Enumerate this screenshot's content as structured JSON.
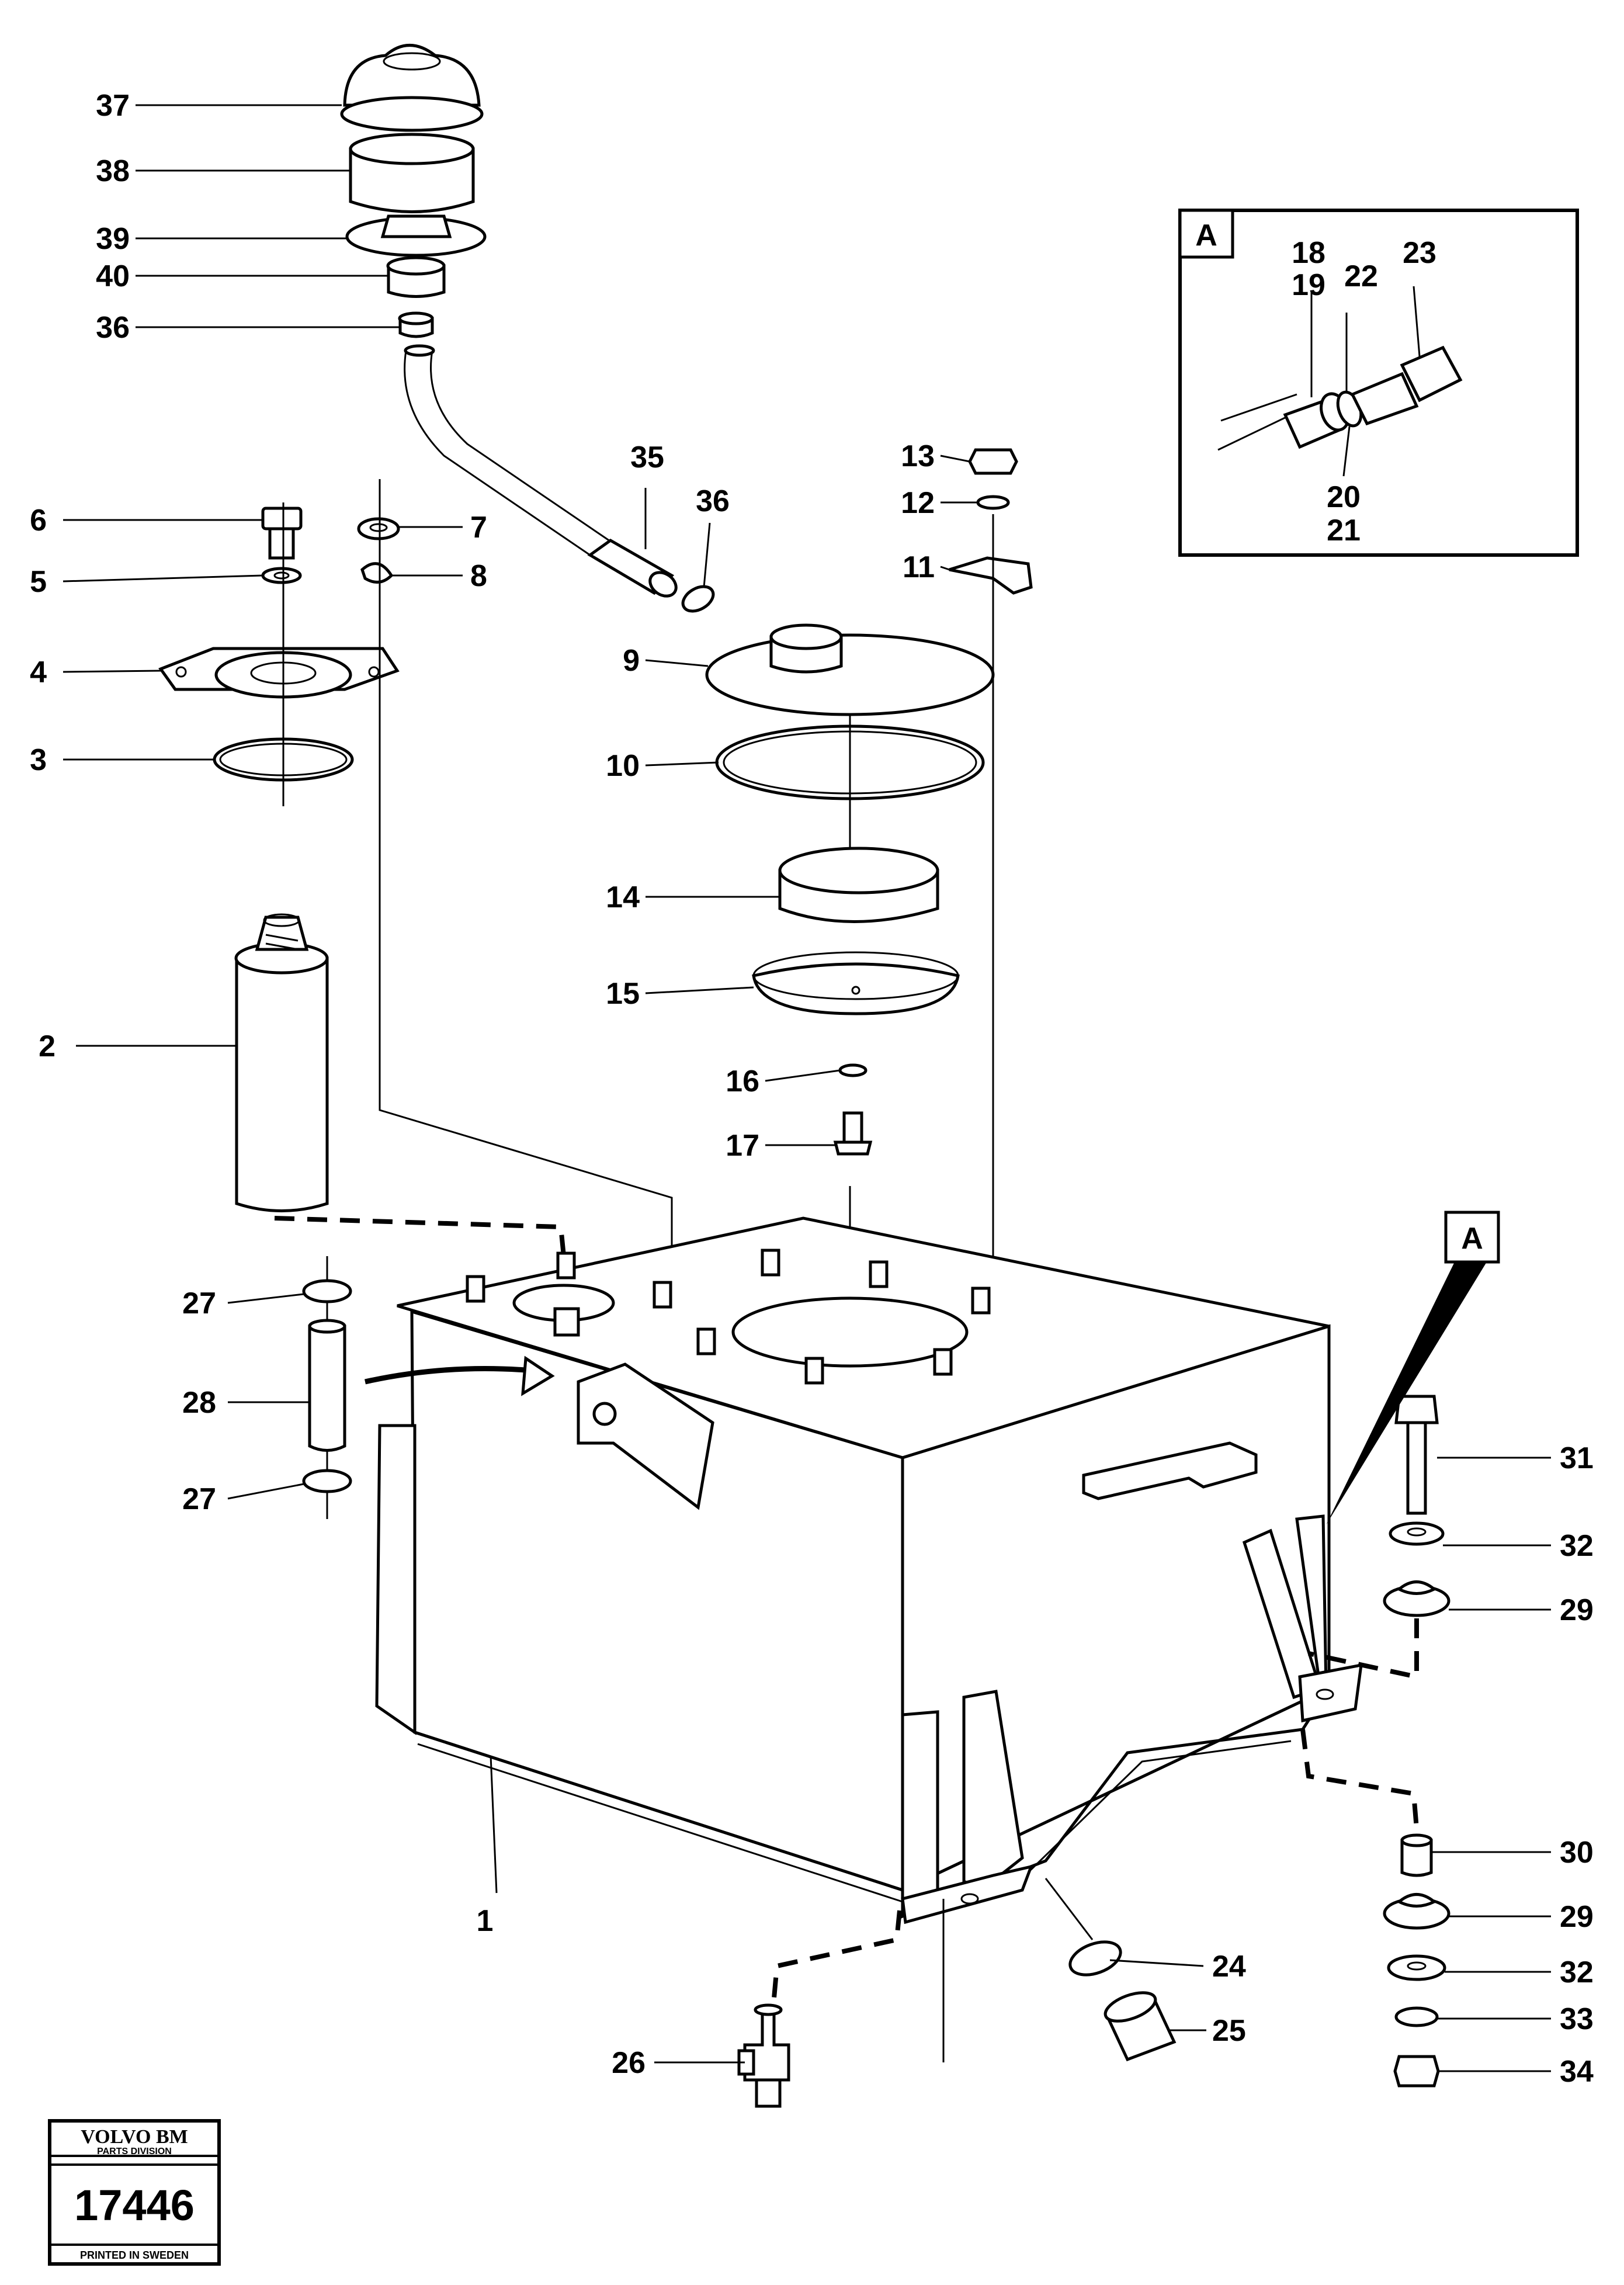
{
  "diagram": {
    "callouts": [
      {
        "id": "37",
        "text": "37"
      },
      {
        "id": "38",
        "text": "38"
      },
      {
        "id": "39",
        "text": "39"
      },
      {
        "id": "40",
        "text": "40"
      },
      {
        "id": "36a",
        "text": "36"
      },
      {
        "id": "6",
        "text": "6"
      },
      {
        "id": "5",
        "text": "5"
      },
      {
        "id": "4",
        "text": "4"
      },
      {
        "id": "3",
        "text": "3"
      },
      {
        "id": "7",
        "text": "7"
      },
      {
        "id": "8",
        "text": "8"
      },
      {
        "id": "35",
        "text": "35"
      },
      {
        "id": "36b",
        "text": "36"
      },
      {
        "id": "13",
        "text": "13"
      },
      {
        "id": "12",
        "text": "12"
      },
      {
        "id": "11",
        "text": "11"
      },
      {
        "id": "9",
        "text": "9"
      },
      {
        "id": "10",
        "text": "10"
      },
      {
        "id": "14",
        "text": "14"
      },
      {
        "id": "15",
        "text": "15"
      },
      {
        "id": "16",
        "text": "16"
      },
      {
        "id": "17",
        "text": "17"
      },
      {
        "id": "2",
        "text": "2"
      },
      {
        "id": "27a",
        "text": "27"
      },
      {
        "id": "28",
        "text": "28"
      },
      {
        "id": "27b",
        "text": "27"
      },
      {
        "id": "1",
        "text": "1"
      },
      {
        "id": "31",
        "text": "31"
      },
      {
        "id": "32a",
        "text": "32"
      },
      {
        "id": "29a",
        "text": "29"
      },
      {
        "id": "30",
        "text": "30"
      },
      {
        "id": "29b",
        "text": "29"
      },
      {
        "id": "32b",
        "text": "32"
      },
      {
        "id": "33",
        "text": "33"
      },
      {
        "id": "34",
        "text": "34"
      },
      {
        "id": "24",
        "text": "24"
      },
      {
        "id": "25",
        "text": "25"
      },
      {
        "id": "26",
        "text": "26"
      }
    ],
    "detail_view": {
      "tag": "A",
      "callouts": [
        {
          "id": "18",
          "text": "18"
        },
        {
          "id": "19",
          "text": "19"
        },
        {
          "id": "22",
          "text": "22"
        },
        {
          "id": "23",
          "text": "23"
        },
        {
          "id": "20",
          "text": "20"
        },
        {
          "id": "21",
          "text": "21"
        }
      ]
    },
    "view_reference_tag": "A"
  },
  "stamp": {
    "brand": "VOLVO BM",
    "division": "PARTS DIVISION",
    "number": "17446",
    "footer": "PRINTED IN SWEDEN"
  }
}
